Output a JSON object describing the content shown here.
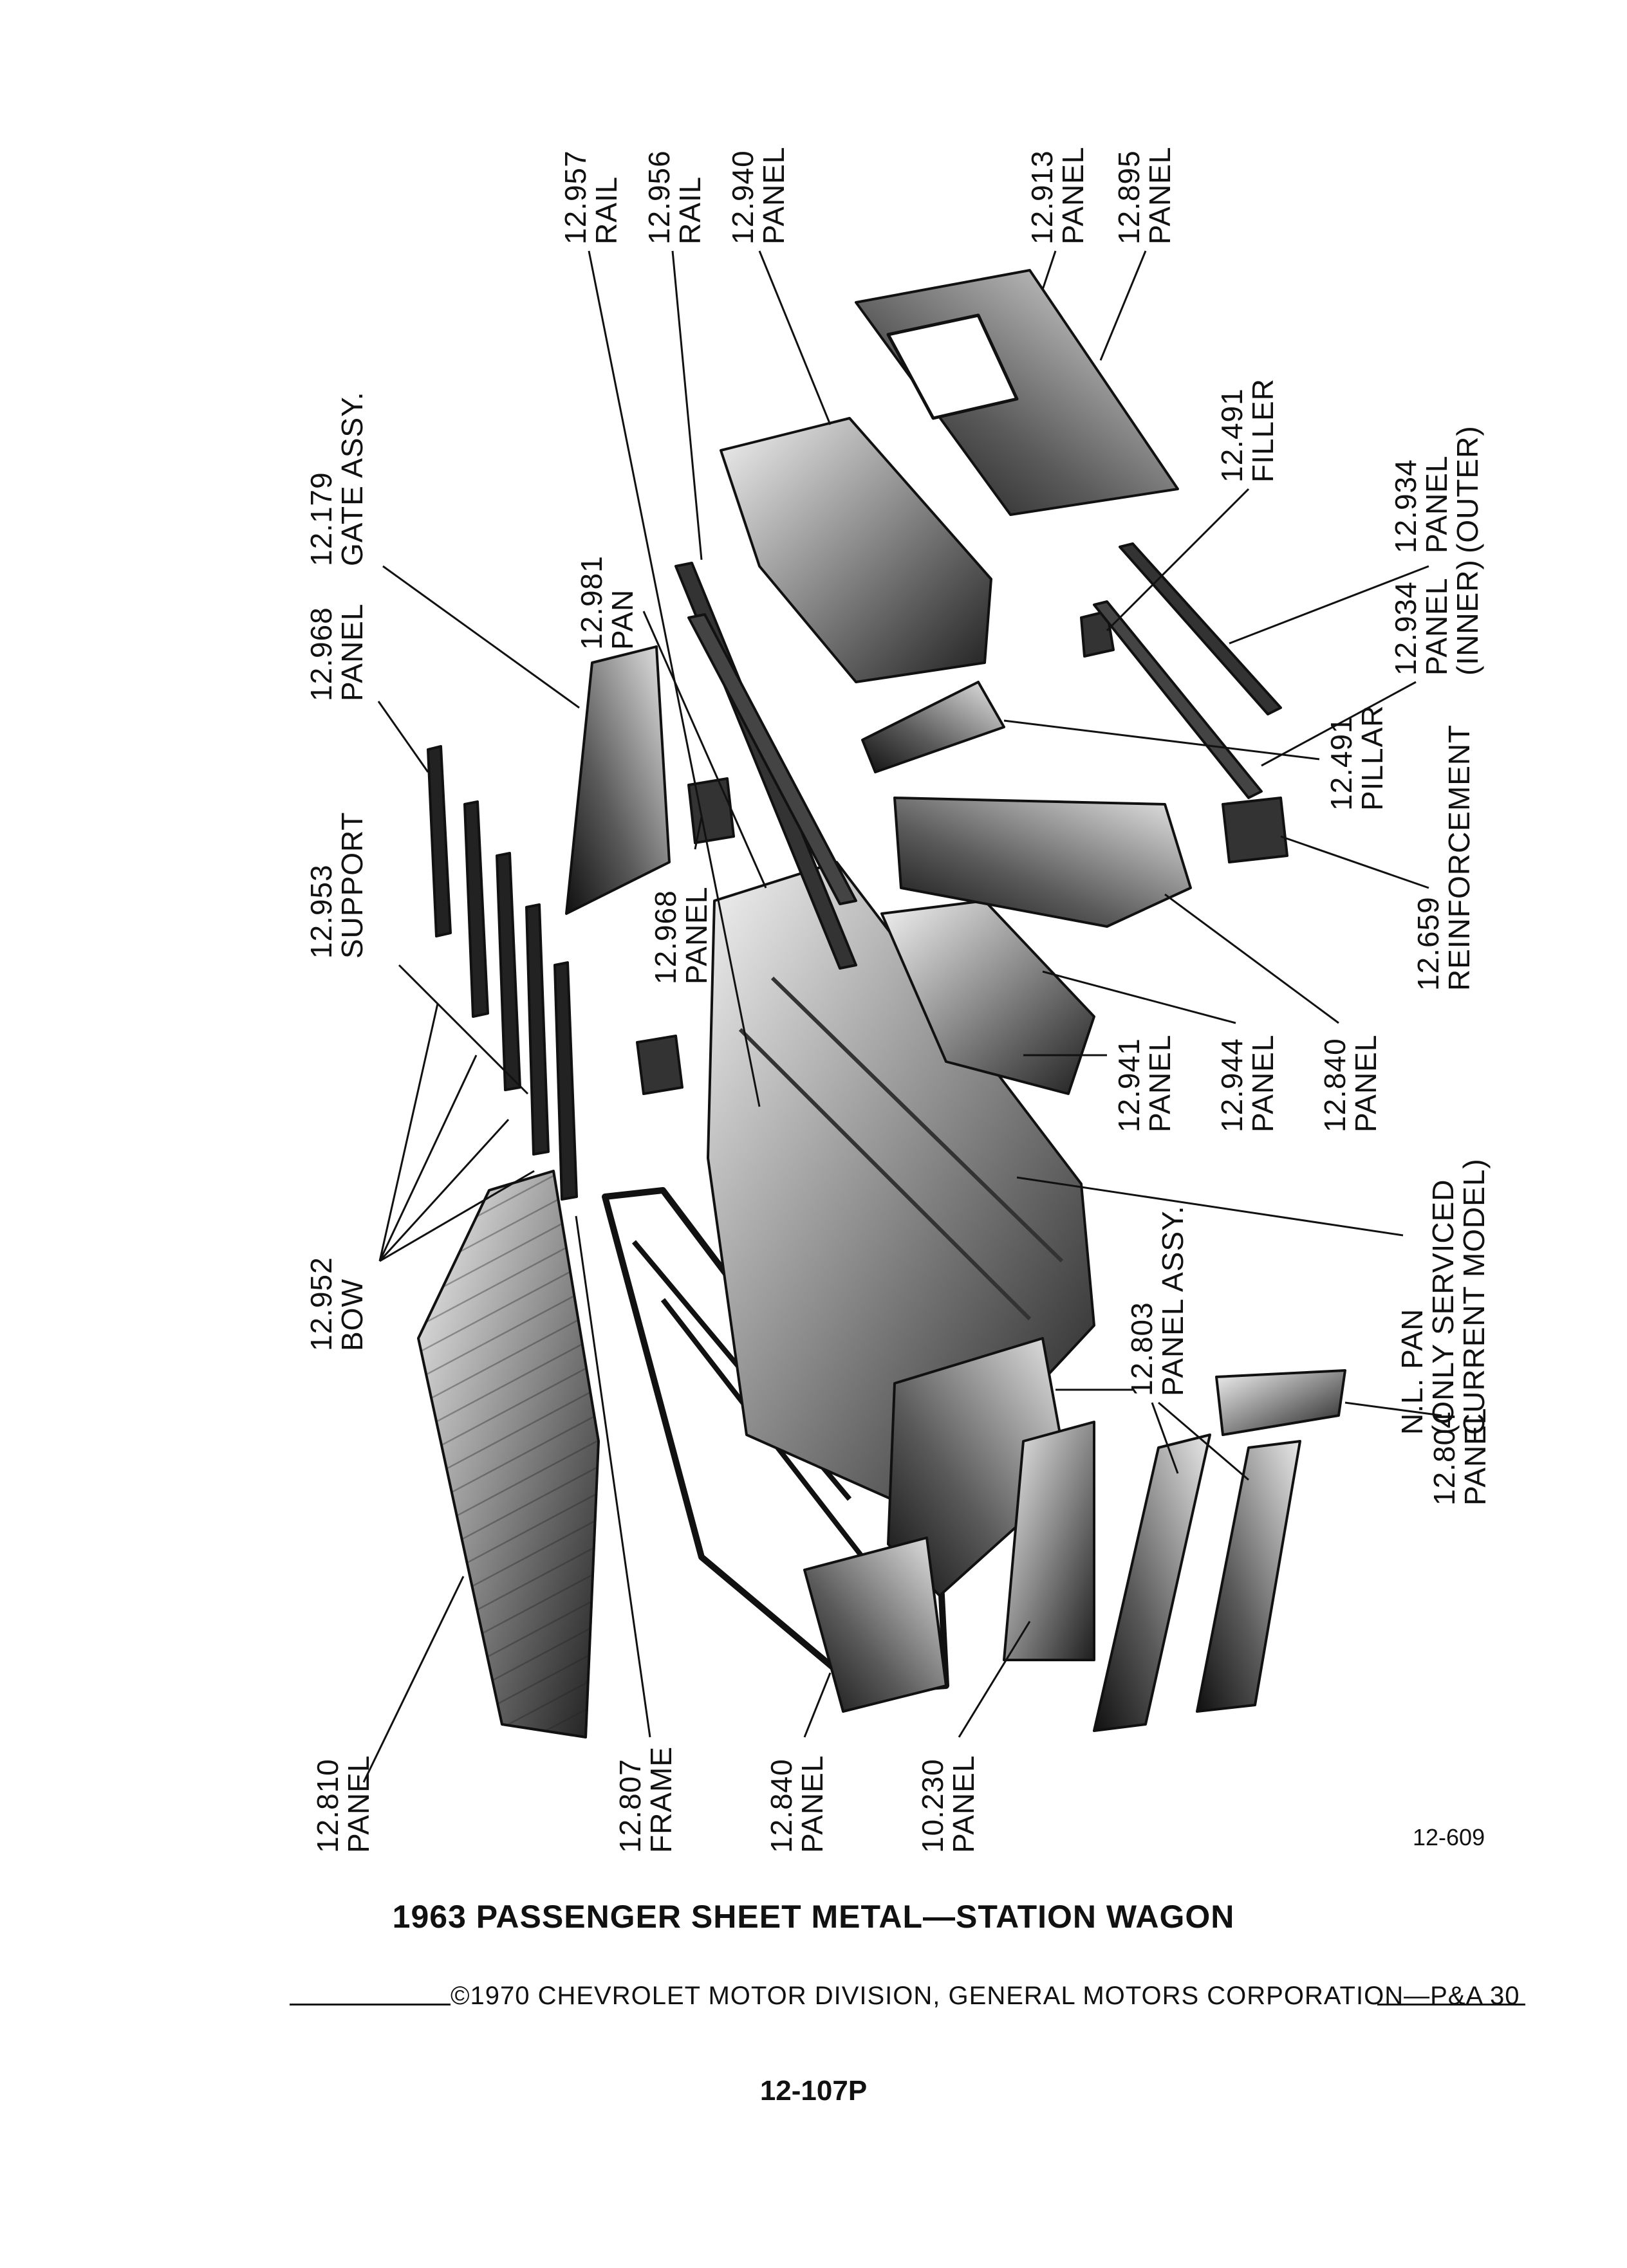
{
  "figure_id": "12-609",
  "title": "1963 PASSENGER SHEET METAL—STATION WAGON",
  "copyright": "©1970 CHEVROLET MOTOR DIVISION, GENERAL MOTORS CORPORATION—P&A 30",
  "page_number": "12-107P",
  "callouts": [
    {
      "number": "12.957",
      "name": "RAIL"
    },
    {
      "number": "12.956",
      "name": "RAIL"
    },
    {
      "number": "12.940",
      "name": "PANEL"
    },
    {
      "number": "12.913",
      "name": "PANEL"
    },
    {
      "number": "12.895",
      "name": "PANEL"
    },
    {
      "number": "12.179",
      "name": "GATE ASSY."
    },
    {
      "number": "12.968",
      "name": "PANEL"
    },
    {
      "number": "12.953",
      "name": "SUPPORT"
    },
    {
      "number": "12.981",
      "name": "PAN"
    },
    {
      "number": "12.968",
      "name": "PANEL"
    },
    {
      "number": "12.952",
      "name": "BOW"
    },
    {
      "number": "12.810",
      "name": "PANEL"
    },
    {
      "number": "12.807",
      "name": "FRAME"
    },
    {
      "number": "12.840",
      "name": "PANEL"
    },
    {
      "number": "10.230",
      "name": "PANEL"
    },
    {
      "number": "12.803",
      "name": "PANEL ASSY."
    },
    {
      "number": "12.804",
      "name": "PANEL"
    },
    {
      "number": "12.941",
      "name": "PANEL"
    },
    {
      "number": "12.944",
      "name": "PANEL"
    },
    {
      "number": "12.840",
      "name": "PANEL"
    },
    {
      "number": "12.491",
      "name": "PILLAR"
    },
    {
      "number": "12.659",
      "name": "REINFORCEMENT"
    },
    {
      "number": "12.491",
      "name": "FILLER"
    },
    {
      "number": "12.934",
      "name": "PANEL",
      "qualifier": "(OUTER)"
    },
    {
      "number": "12.934",
      "name": "PANEL",
      "qualifier": "(INNER)"
    },
    {
      "number": "N.L.",
      "name": "PAN",
      "qualifier": "(ONLY SERVICED",
      "qualifier2": "CURRENT MODEL)"
    }
  ]
}
